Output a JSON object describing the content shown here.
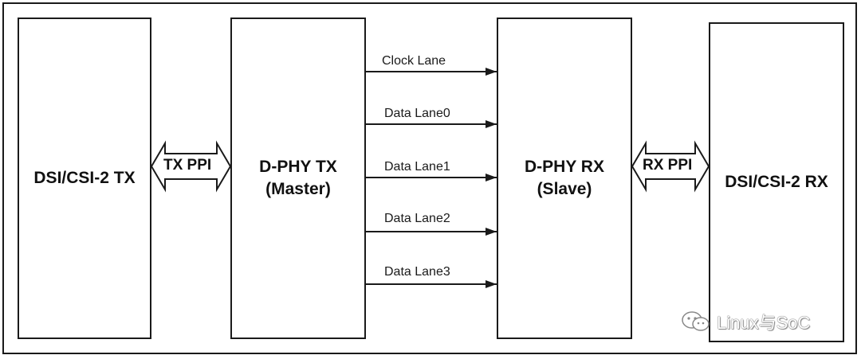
{
  "blocks": {
    "dsi_tx": "DSI/CSI-2 TX",
    "dphy_tx": "D-PHY TX\n(Master)",
    "dphy_rx": "D-PHY RX\n(Slave)",
    "dsi_rx": "DSI/CSI-2 RX"
  },
  "interfaces": {
    "tx_ppi": "TX PPI",
    "rx_ppi": "RX PPI"
  },
  "lanes": [
    "Clock Lane",
    "Data Lane0",
    "Data Lane1",
    "Data Lane2",
    "Data Lane3"
  ],
  "watermark": {
    "text": "Linux与SoC",
    "icon": "wechat-icon"
  },
  "colors": {
    "line": "#1a1a1a",
    "background": "#ffffff"
  }
}
